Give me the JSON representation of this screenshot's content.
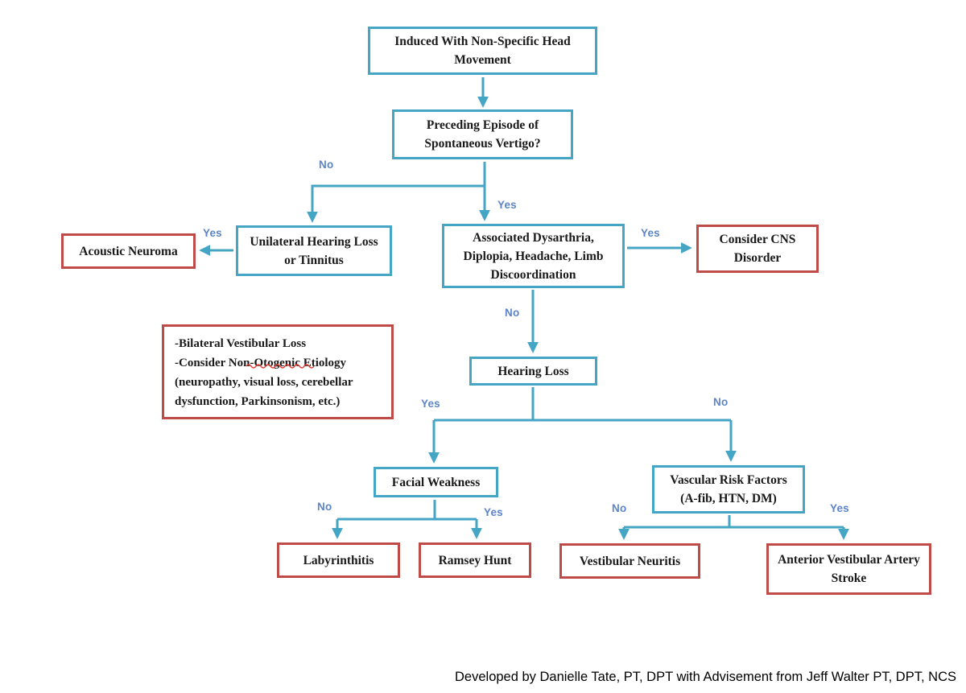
{
  "colors": {
    "flow_teal": "#45A5C4",
    "flow_red": "#BE4B48",
    "label_blue": "#5D85C7",
    "squiggle_red": "#E0392E",
    "text": "#1a1a1a"
  },
  "nodes": {
    "induced": {
      "label": "Induced With Non-Specific Head Movement"
    },
    "preceding": {
      "label": "Preceding Episode of Spontaneous Vertigo?"
    },
    "unilateral": {
      "label": "Unilateral Hearing Loss or Tinnitus"
    },
    "acoustic": {
      "label": "Acoustic Neuroma"
    },
    "dysarthria": {
      "label": "Associated Dysarthria, Diplopia, Headache, Limb Discoordination"
    },
    "cns": {
      "label": "Consider CNS Disorder"
    },
    "hearing": {
      "label": "Hearing Loss"
    },
    "bilateral_note": {
      "label": "-Bilateral Vestibular Loss\n-Consider Non-Otogenic Etiology\n(neuropathy, visual loss, cerebellar dysfunction, Parkinsonism, etc.)"
    },
    "facial": {
      "label": "Facial Weakness"
    },
    "labyrinthitis": {
      "label": "Labyrinthitis"
    },
    "ramsey": {
      "label": "Ramsey Hunt"
    },
    "vascular": {
      "label": "Vascular Risk Factors (A-fib, HTN, DM)"
    },
    "neuritis": {
      "label": "Vestibular Neuritis"
    },
    "stroke": {
      "label": "Anterior Vestibular Artery Stroke"
    }
  },
  "edge_labels": {
    "no_to_unilateral": "No",
    "yes_to_dysarthria": "Yes",
    "yes_to_acoustic": "Yes",
    "yes_to_cns": "Yes",
    "no_to_hearing": "No",
    "yes_to_facial": "Yes",
    "no_to_vascular": "No",
    "no_to_labyrinthitis": "No",
    "yes_to_ramsey": "Yes",
    "no_to_neuritis": "No",
    "yes_to_stroke": "Yes"
  },
  "footer": {
    "credit": "Developed by Danielle Tate, PT, DPT with Advisement from Jeff Walter PT, DPT, NCS"
  }
}
